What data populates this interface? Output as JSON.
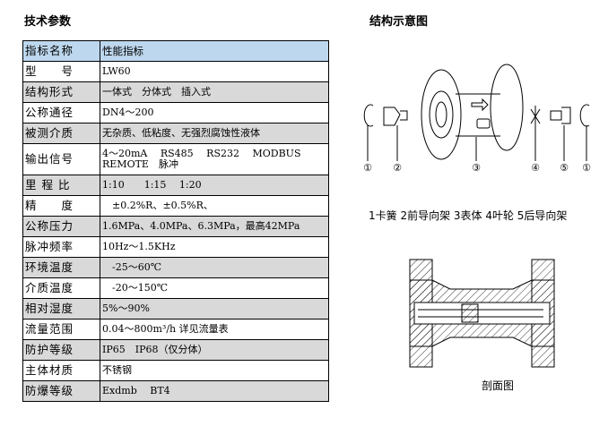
{
  "left_title": "技术参数",
  "right_title": "结构示意图",
  "table": {
    "header": [
      "指标名称",
      "性能指标"
    ],
    "rows": [
      [
        "型　　号",
        "LW60"
      ],
      [
        "结构形式",
        "一体式　分体式　插入式"
      ],
      [
        "公称通径",
        "DN4～200"
      ],
      [
        "被测介质",
        "无杂质、低粘度、无强烈腐蚀性液体"
      ],
      [
        "输出信号",
        "4～20mA　 RS485　 RS232　 MODBUS REMOTE　脉冲"
      ],
      [
        "里 程 比",
        "1:10　　1:15　 1:20"
      ],
      [
        "精　　度",
        "　±0.2%R、±0.5%R、"
      ],
      [
        "公称压力",
        "1.6MPa、4.0MPa、6.3MPa，最高42MPa"
      ],
      [
        "脉冲频率",
        "10Hz～1.5KHz"
      ],
      [
        "环境温度",
        "　-25～60℃"
      ],
      [
        "介质温度",
        "　-20～150℃"
      ],
      [
        "相对湿度",
        "5%～90%"
      ],
      [
        "流量范围",
        "0.04～800m³/h 详见流量表"
      ],
      [
        "防护等级",
        "IP65　IP68（仅分体）"
      ],
      [
        "主体材质",
        "不锈钢"
      ],
      [
        "防爆等级",
        "Exdmb　 BT4"
      ]
    ]
  },
  "diagram": {
    "markers": [
      "①",
      "②",
      "③",
      "④",
      "⑤",
      "①"
    ],
    "legend": "1卡簧 2前导向架 3表体 4叶轮 5后导向架",
    "section_caption": "剖面图"
  }
}
